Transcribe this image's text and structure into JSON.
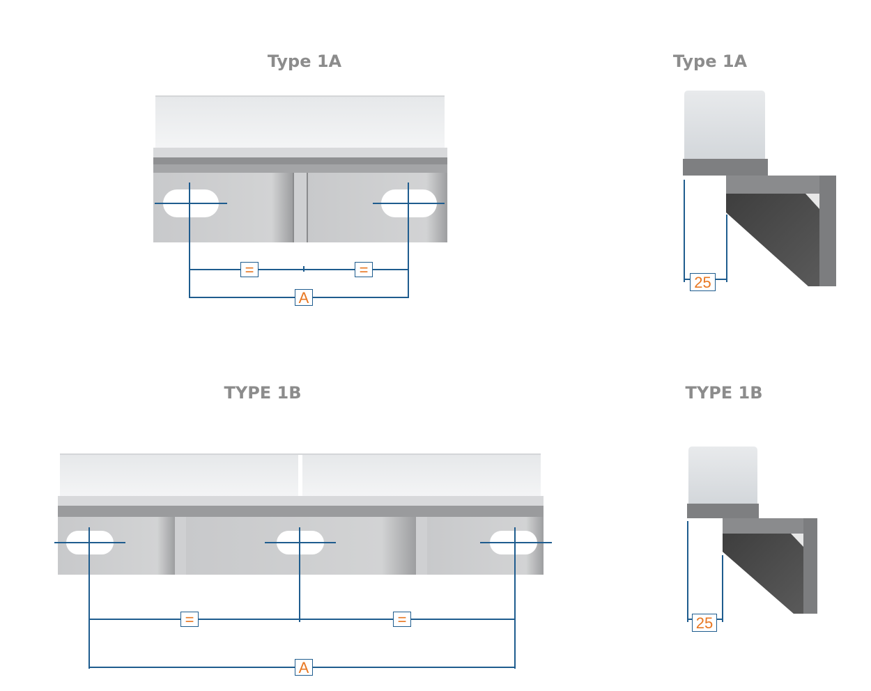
{
  "views": {
    "type_1a_front": {
      "title": "Type 1A",
      "equal_mark": "=",
      "dimension_label": "A"
    },
    "type_1a_side": {
      "title": "Type 1A",
      "dimension_value": "25"
    },
    "type_1b_front": {
      "title": "TYPE 1B",
      "equal_mark": "=",
      "dimension_label": "A"
    },
    "type_1b_side": {
      "title": "TYPE 1B",
      "dimension_value": "25"
    }
  },
  "colors": {
    "dimension_line": "#1e5c8e",
    "dimension_text": "#e87722",
    "title_text": "#8c8c8c",
    "cover_top": "#eef0f2",
    "bracket_face": "#b8b9bb",
    "bracket_dark": "#505050"
  }
}
